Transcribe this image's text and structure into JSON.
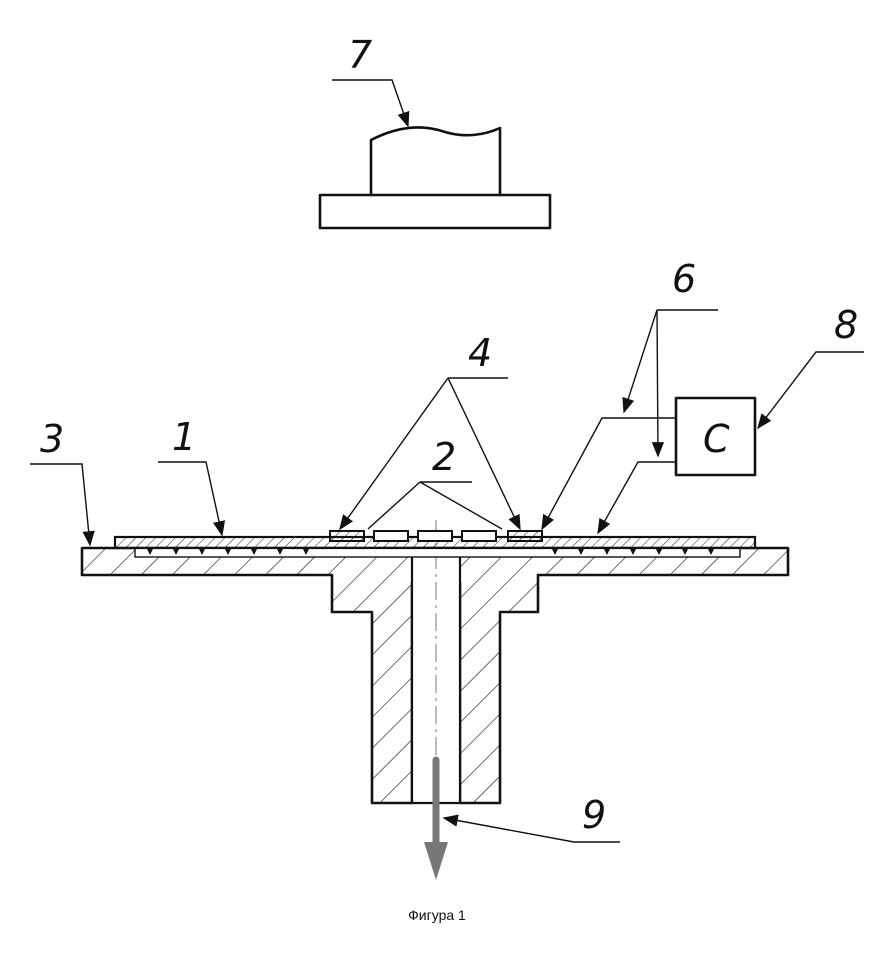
{
  "labels": {
    "l1": "1",
    "l2": "2",
    "l3": "3",
    "l4": "4",
    "l6": "6",
    "l7": "7",
    "l8": "8",
    "l9": "9"
  },
  "block8_text": "C",
  "caption": "Фигура 1",
  "colors": {
    "line": "#111111",
    "flow_arrow": "#777777"
  }
}
